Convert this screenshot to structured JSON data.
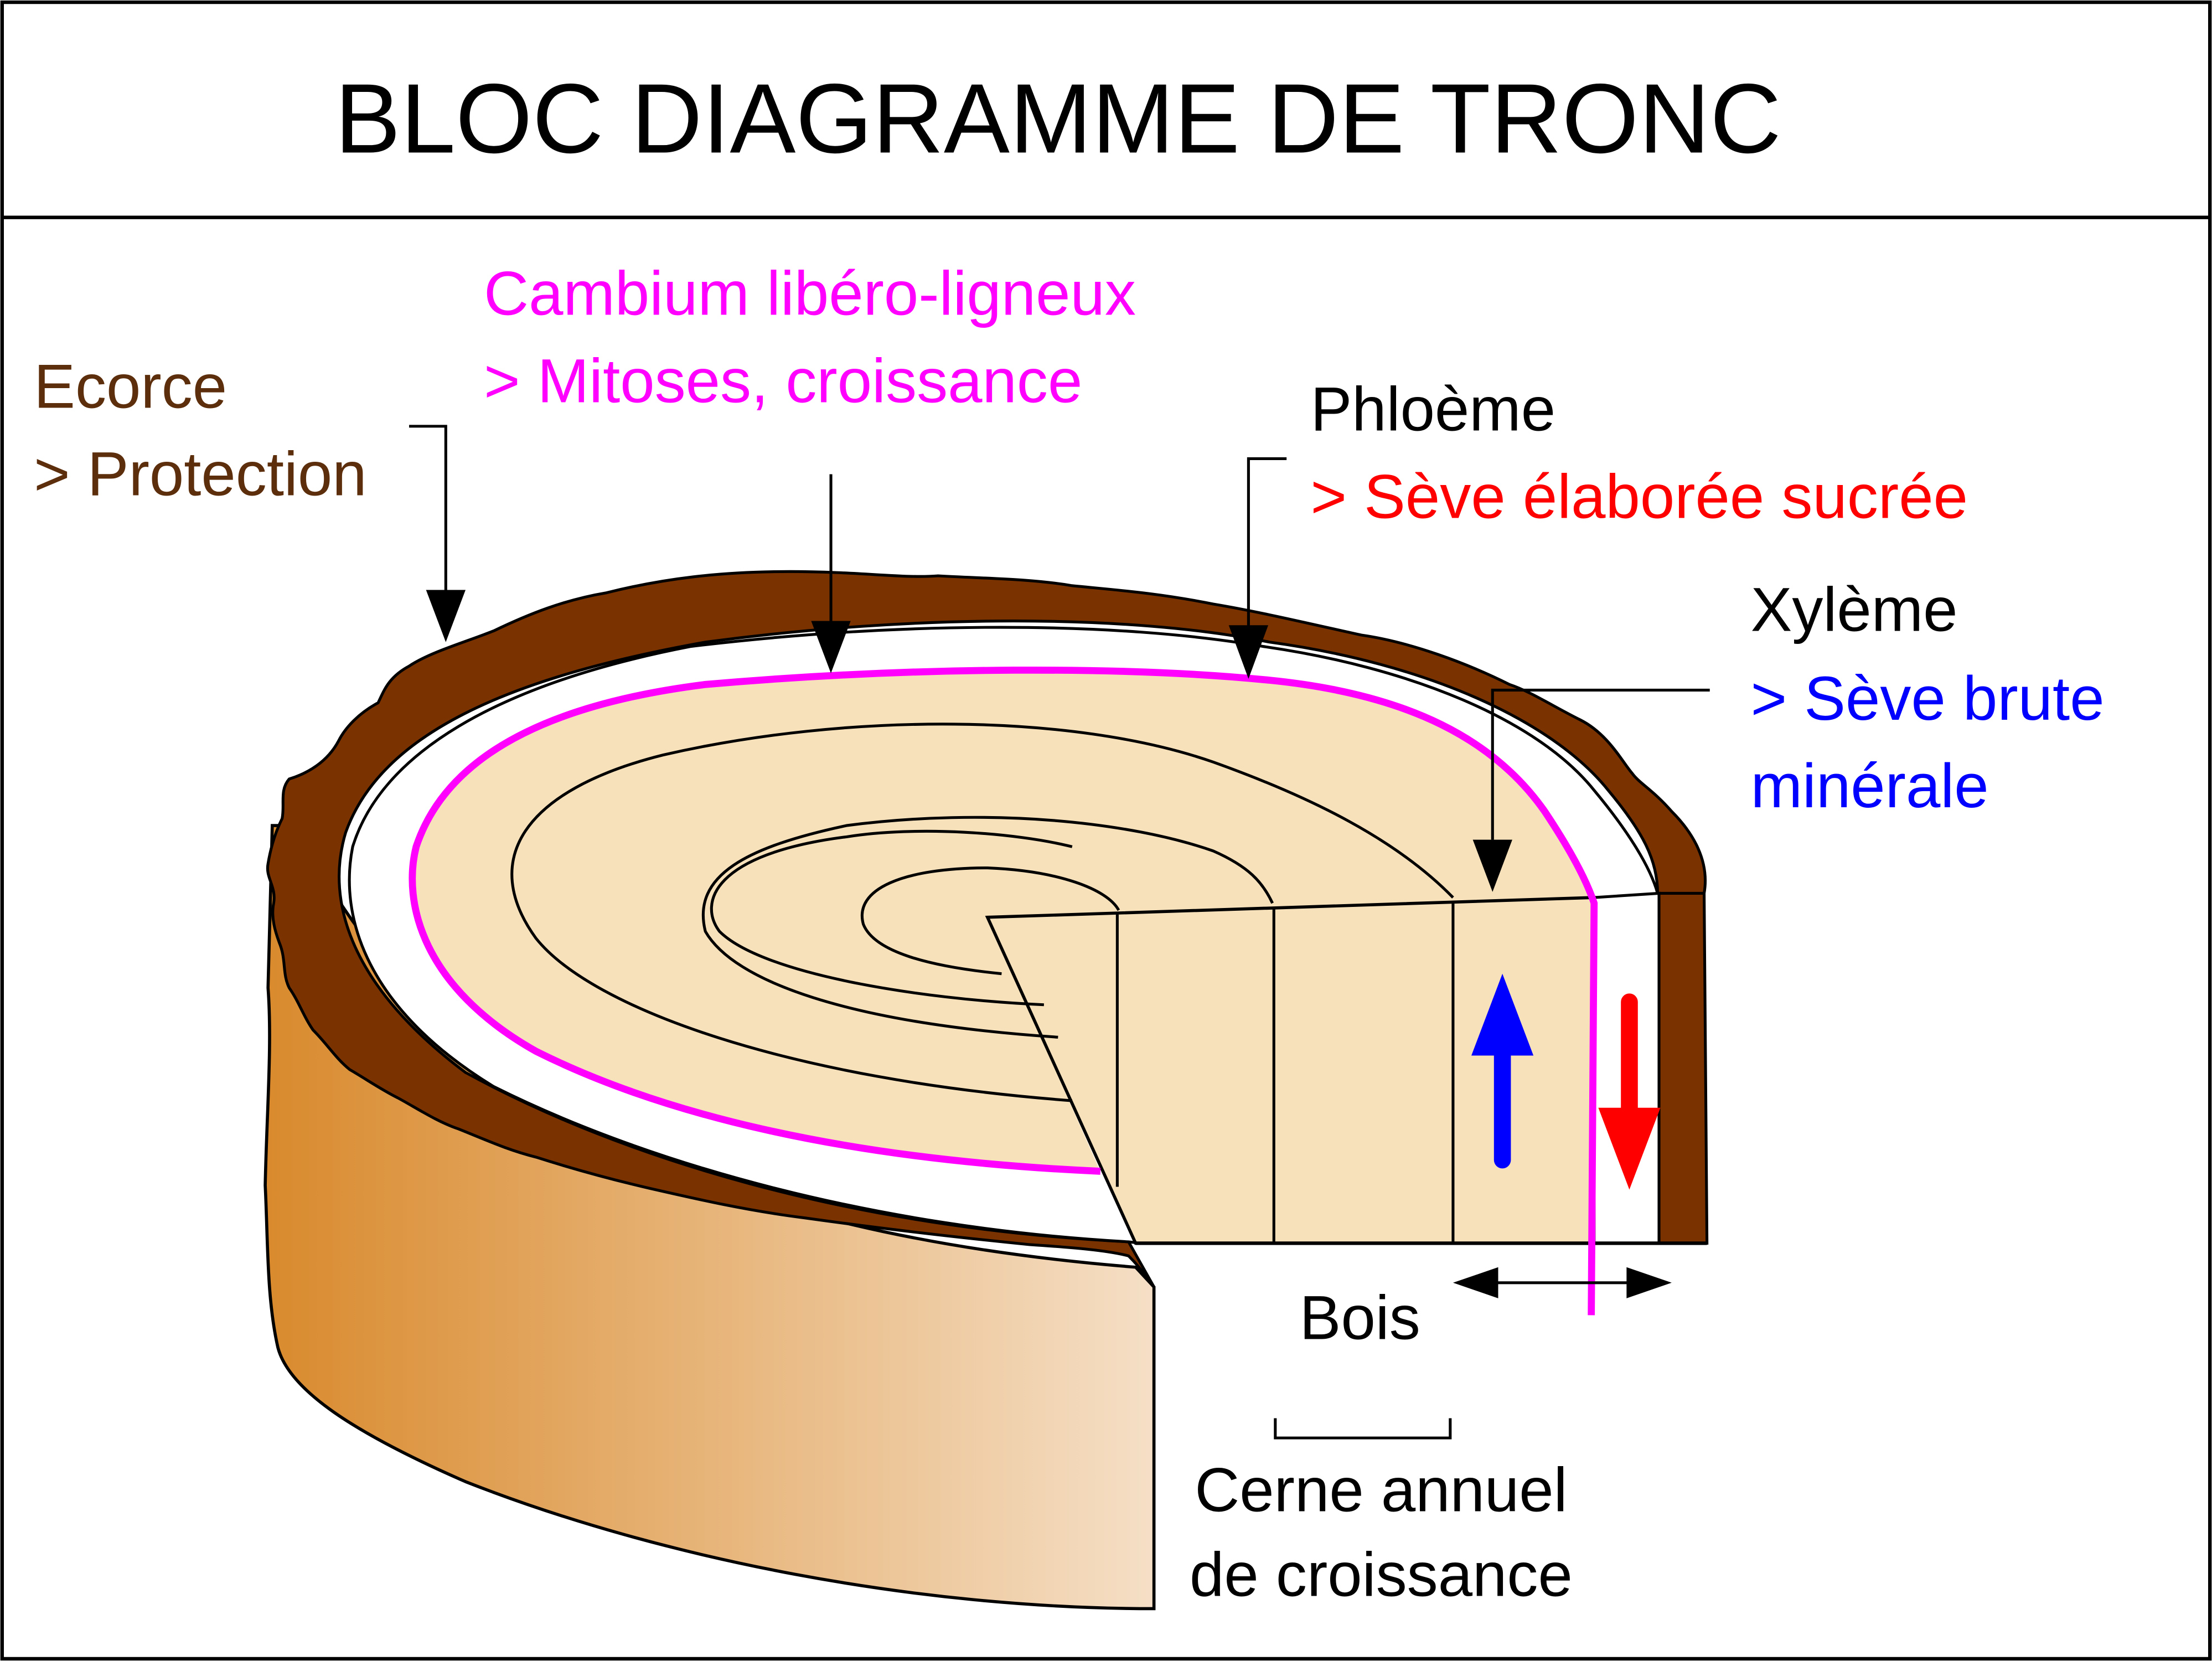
{
  "title": "BLOC DIAGRAMME DE TRONC",
  "labels": {
    "ecorce": {
      "name": "Ecorce",
      "role": "> Protection"
    },
    "cambium": {
      "name": "Cambium libéro-ligneux",
      "role": "> Mitoses, croissance"
    },
    "phloeme": {
      "name": "Phloème",
      "role": "> Sève élaborée sucrée"
    },
    "xyleme": {
      "name": "Xylème",
      "role_line1": "> Sève brute",
      "role_line2": "minérale"
    },
    "bois": "Bois",
    "cerne": {
      "line1": "Cerne annuel",
      "line2": "de croissance"
    }
  },
  "colors": {
    "ecorce": "#7a3300",
    "ecorce_text": "#5c2e0c",
    "cambium": "#ff00ff",
    "bois": "#f7e1bb",
    "seve_elaboree": "#ff0000",
    "seve_brute": "#0000ff",
    "side_gradient_start": "#d98a2d",
    "side_gradient_end": "#f5dfc6",
    "frame": "#000000"
  }
}
